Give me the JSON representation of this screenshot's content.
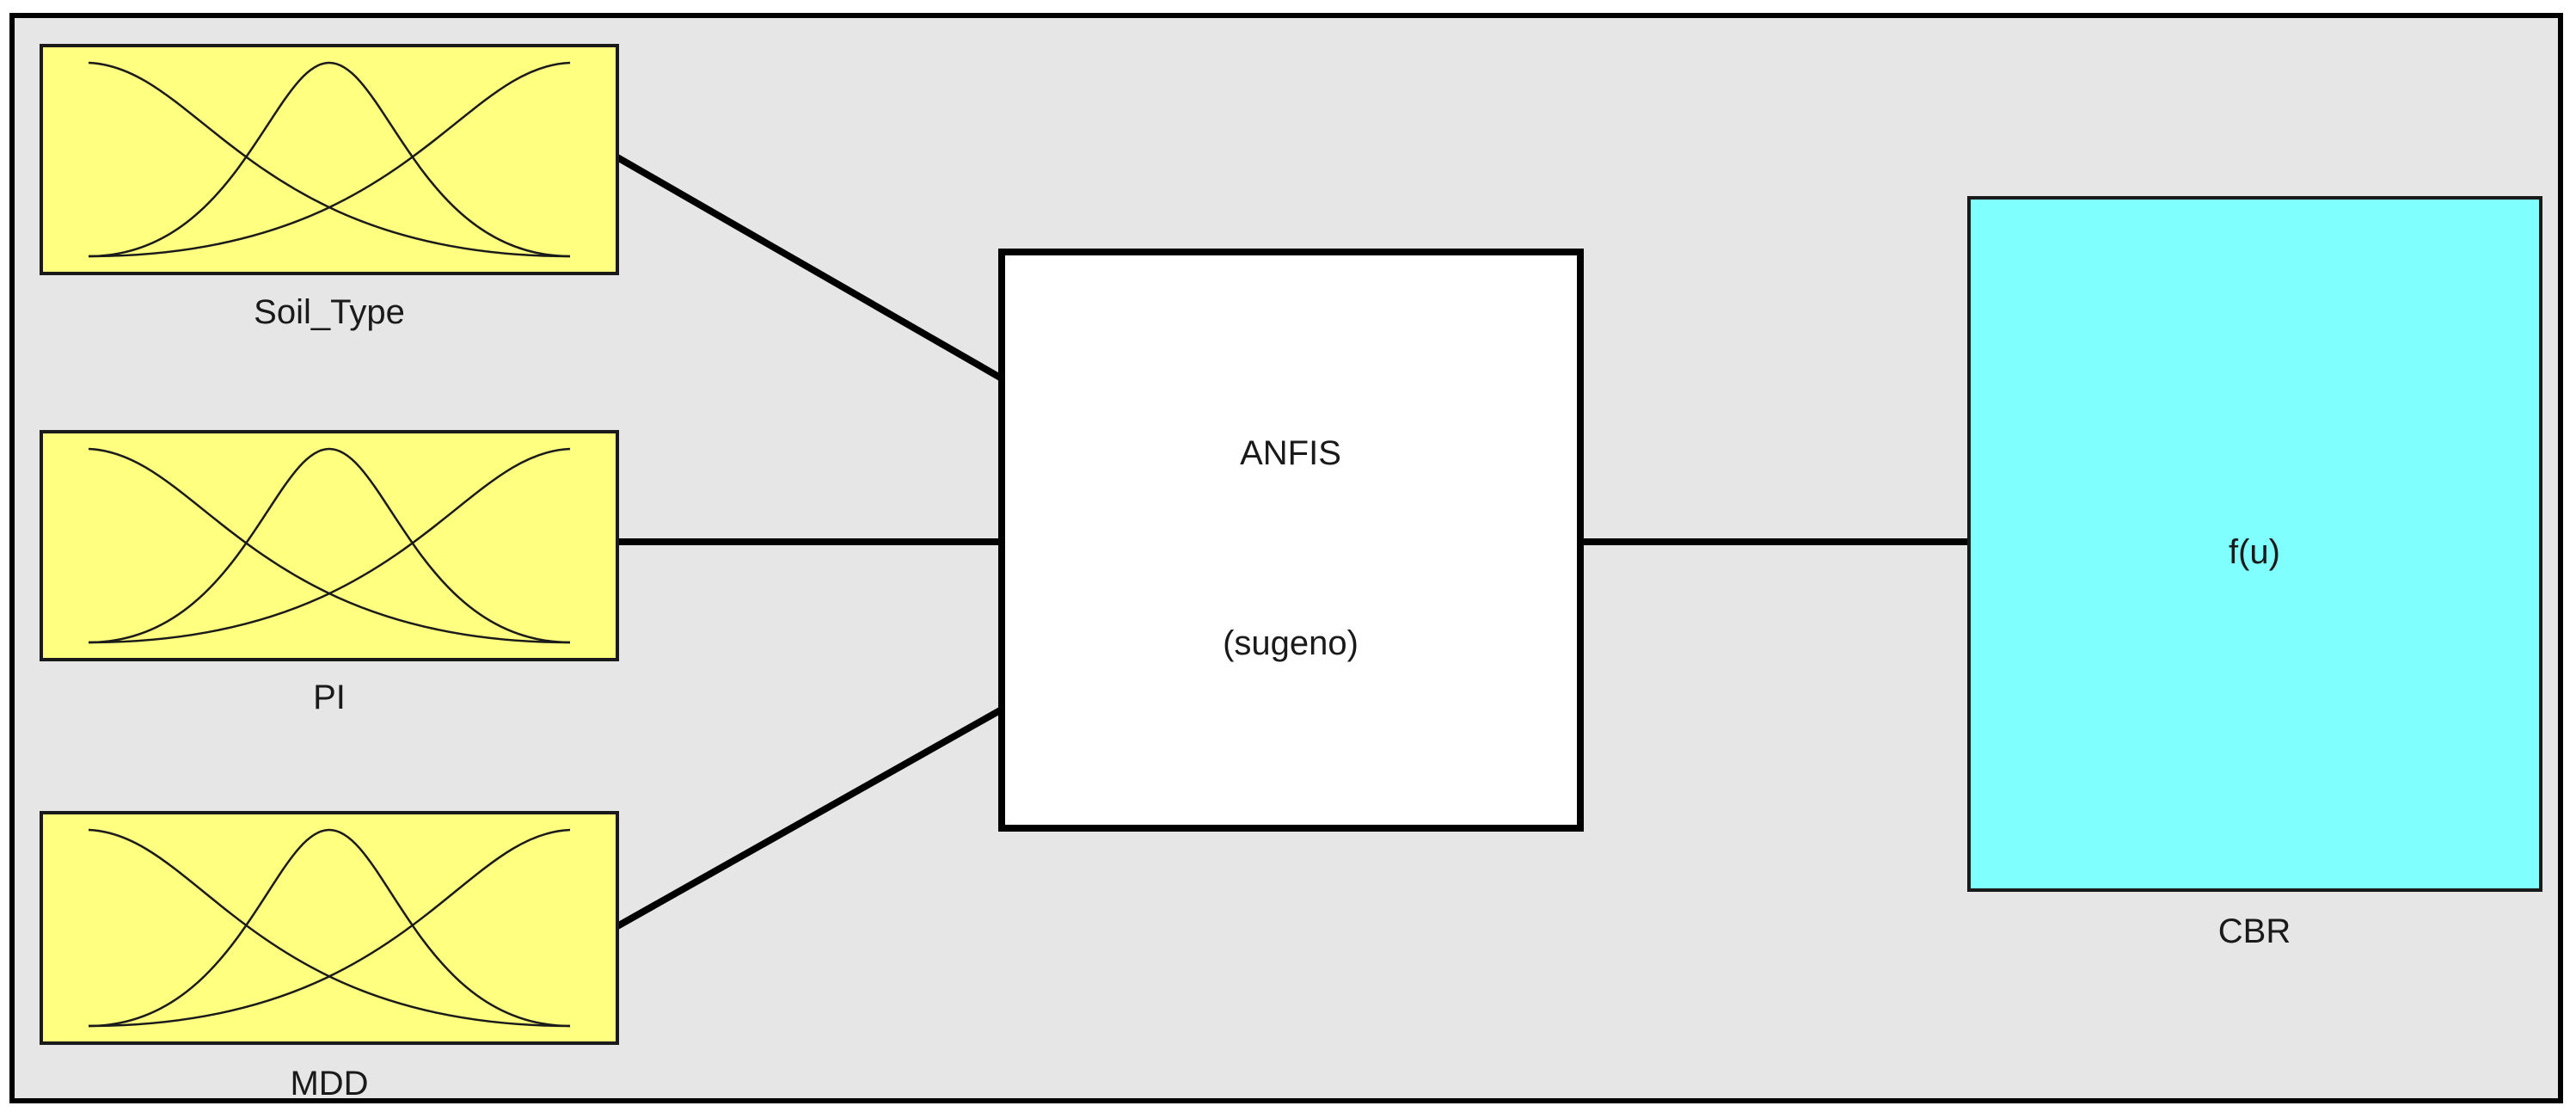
{
  "colors": {
    "background": "#e6e6e6",
    "frame": "#000000",
    "input_fill": "#ffff80",
    "system_fill": "#ffffff",
    "output_fill": "#80ffff",
    "curve": "#1a1a1a"
  },
  "inputs": [
    {
      "name": "Soil_Type",
      "icon": "membership-functions-icon"
    },
    {
      "name": "PI",
      "icon": "membership-functions-icon"
    },
    {
      "name": "MDD",
      "icon": "membership-functions-icon"
    }
  ],
  "system": {
    "name": "ANFIS",
    "type": "(sugeno)"
  },
  "output": {
    "name": "CBR",
    "function": "f(u)"
  }
}
